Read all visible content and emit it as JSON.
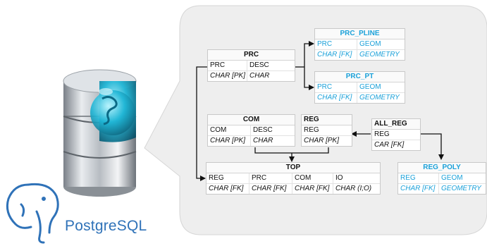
{
  "logo": {
    "text": "PostgreSQL"
  },
  "tables": {
    "prc": {
      "name": "PRC",
      "columns": [
        "PRC",
        "DESC"
      ],
      "types": [
        "CHAR [PK]",
        "CHAR"
      ]
    },
    "prc_pline": {
      "name": "PRC_PLINE",
      "columns": [
        "PRC",
        "GEOM"
      ],
      "types": [
        "CHAR [FK]",
        "GEOMETRY"
      ]
    },
    "prc_pt": {
      "name": "PRC_PT",
      "columns": [
        "PRC",
        "GEOM"
      ],
      "types": [
        "CHAR [FK]",
        "GEOMETRY"
      ]
    },
    "com": {
      "name": "COM",
      "columns": [
        "COM",
        "DESC"
      ],
      "types": [
        "CHAR [PK]",
        "CHAR"
      ]
    },
    "reg": {
      "name": "REG",
      "columns": [
        "REG"
      ],
      "types": [
        "CHAR [PK]"
      ]
    },
    "all_reg": {
      "name": "ALL_REG",
      "columns": [
        "REG"
      ],
      "types": [
        "CAR [FK]"
      ]
    },
    "top": {
      "name": "TOP",
      "columns": [
        "REG",
        "PRC",
        "COM",
        "IO"
      ],
      "types": [
        "CHAR [FK]",
        "CHAR [FK]",
        "CHAR [FK]",
        "CHAR (I;O)"
      ]
    },
    "reg_poly": {
      "name": "REG_POLY",
      "columns": [
        "REG",
        "GEOM"
      ],
      "types": [
        "CHAR [FK]",
        "GEOMETRY"
      ]
    }
  },
  "colors": {
    "accent": "#1ba1d9",
    "panel": "#eeeeee",
    "connector": "#111111",
    "logo": "#2f72b8"
  }
}
